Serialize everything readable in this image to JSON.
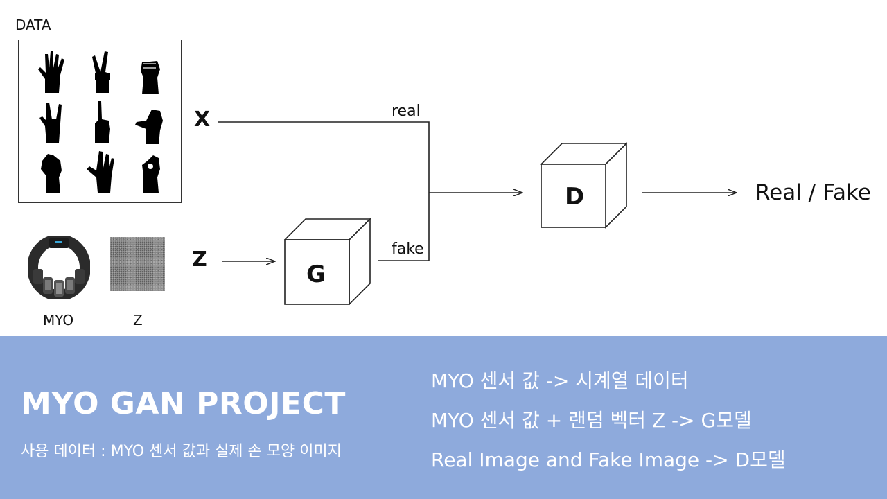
{
  "diagram": {
    "data_label": "DATA",
    "x_label": "X",
    "z_label": "Z",
    "real_label": "real",
    "fake_label": "fake",
    "generator_label": "G",
    "discriminator_label": "D",
    "output_label": "Real / Fake",
    "myo_label": "MYO",
    "noise_label": "Z",
    "hand_icons": [
      "open-hand-icon",
      "peace-sign-icon",
      "fist-icon",
      "rock-sign-icon",
      "pointing-up-icon",
      "thumb-side-icon",
      "hand-gesture-icon",
      "three-fingers-icon",
      "ok-sign-icon"
    ]
  },
  "banner": {
    "title": "MYO GAN PROJECT",
    "subtitle": "사용 데이터 : MYO 센서 값과 실제 손 모양 이미지",
    "notes": [
      "MYO 센서 값 -> 시계열 데이터",
      "MYO 센서 값 + 랜덤 벡터 Z -> G모델",
      "Real Image and Fake Image -> D모델"
    ],
    "background_color": "#8eaadc"
  }
}
